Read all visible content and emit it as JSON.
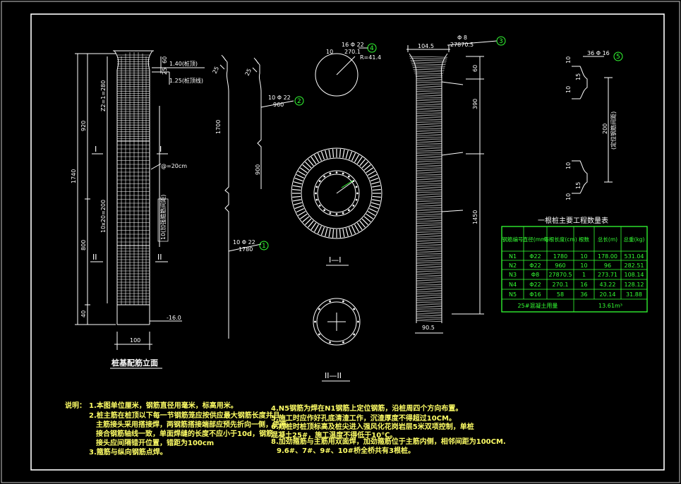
{
  "elevation": {
    "title": "桩基配筋立面",
    "dim_total": "1740",
    "dim_upper": "920",
    "dim_lower": "800",
    "dim_bottom": "40",
    "dim_top": "60",
    "dim_width": "100",
    "top_label_1": "1.40(桩顶)",
    "top_label_2": "1.25(桩顶线)",
    "spacing_upper": "Z2=1=280",
    "spacing_lower": "10x20=200",
    "spacing_mid": "@=20cm",
    "side_note": "10(加强箍筋间距)",
    "bottom_elev": "-16.0",
    "section_I": "I",
    "section_II": "II"
  },
  "bar1": {
    "len_main": "1700",
    "label_spec": "10 Φ 22",
    "label_len": "1780",
    "num": "1"
  },
  "bar2": {
    "len_main": "900",
    "label_spec": "10 Φ 22",
    "label_len": "960",
    "num": "2"
  },
  "section_top": {
    "spec": "16 Φ 22",
    "len": "270.1",
    "radius": "R=41.4",
    "count": "10",
    "num": "4"
  },
  "section_I_label": "I—I",
  "section_II_label": "II—II",
  "spiral": {
    "top_width": "104.5",
    "bottom_width": "90.5",
    "dim_60": "60",
    "dim_350": "390",
    "dim_1450": "1450",
    "spec": "Φ 8",
    "len": "27870.5",
    "num": "3"
  },
  "stiffener": {
    "spec": "36 Φ 16",
    "num": "5",
    "dim_10a": "10",
    "dim_15a": "15",
    "dim_10b": "10",
    "dim_200": "200",
    "dim_note": "(定位钢筋间距)",
    "dim_10c": "10",
    "dim_15b": "15",
    "dim_10d": "10"
  },
  "table": {
    "title": "一根桩主要工程数量表",
    "headers": [
      "钢筋编号",
      "直径(mm)",
      "每根长度(cm)",
      "根数",
      "总长(m)",
      "总重(kg)"
    ],
    "rows": [
      [
        "N1",
        "Φ22",
        "1780",
        "10",
        "178.00",
        "531.04"
      ],
      [
        "N2",
        "Φ22",
        "960",
        "10",
        "96",
        "282.51"
      ],
      [
        "N3",
        "Φ8",
        "27870.5",
        "1",
        "273.71",
        "108.14"
      ],
      [
        "N4",
        "Φ22",
        "270.1",
        "16",
        "43.22",
        "128.12"
      ],
      [
        "N5",
        "Φ16",
        "58",
        "36",
        "20.14",
        "31.88"
      ]
    ],
    "footer_label": "25#混凝土用量",
    "footer_value": "13.61m³"
  },
  "notes": {
    "prefix": "说明：",
    "lines": [
      "1.本图单位厘米，钢筋直径用毫米，标高用米。",
      "2.桩主筋在桩顶以下每一节钢筋笼应按供应最大钢筋长度并且",
      "主筋接头采用搭接焊，两钢筋搭接端部应预先折向一侧，使两",
      "接合钢筋轴线一致，单面焊缝的长度不应小于10d，钢筋",
      "接头应间隔错开位置，错距为100cm",
      "3.箍筋与纵向钢筋点焊。"
    ],
    "right_lines": [
      "4.N5钢筋为焊在N1钢筋上定位钢筋，沿桩周四个方向布置。",
      "5.施工时应作好孔底清渣工作，沉渣厚度不得超过10CM。",
      "6.成桩时桩顶标高及桩尖进入强风化花岗岩层5米双项控制，单桩",
      "混凝土25#，施工温度不得低于10℃。",
      "8.加劲箍筋与主筋用双面焊，加劲箍筋位于主筋内侧，相邻间距为100CM.",
      "9.6#、7#、9#、10#桥全桥共有3根桩。"
    ]
  }
}
